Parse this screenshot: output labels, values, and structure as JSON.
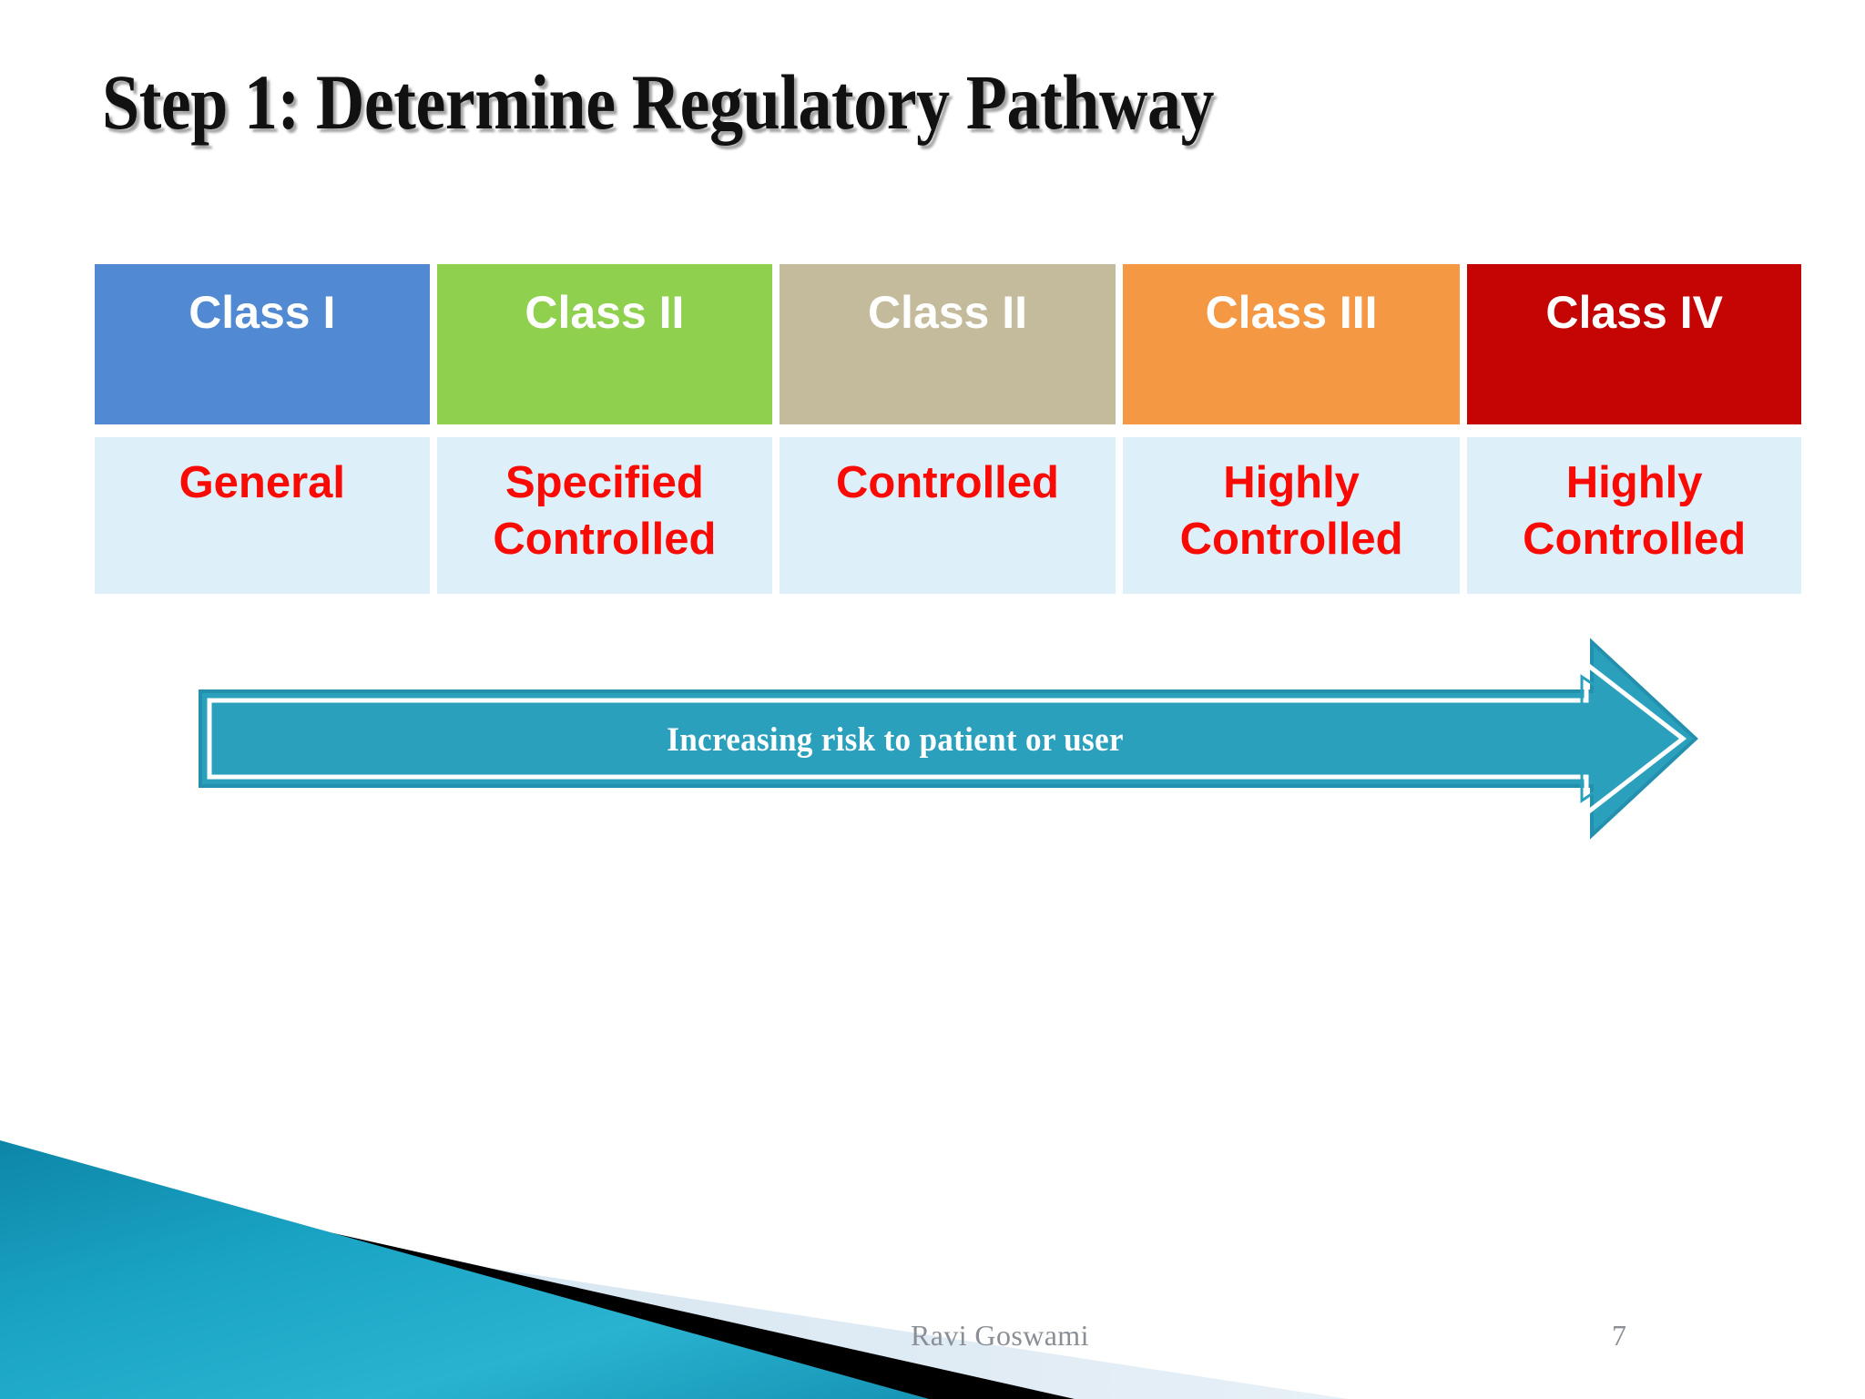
{
  "slide": {
    "title": "Step 1: Determine Regulatory Pathway",
    "page_number": "7",
    "author": "Ravi Goswami"
  },
  "table": {
    "columns": [
      {
        "header": "Class I",
        "header_color": "#5189d2",
        "value_line1": "General",
        "value_line2": "",
        "value_color": "#fa0a05",
        "value_bg": "#ddeff8"
      },
      {
        "header": "Class II",
        "header_color": "#8fd04e",
        "value_line1": "Specified",
        "value_line2": "Controlled",
        "value_color": "#fa0a05",
        "value_bg": "#ddeff8"
      },
      {
        "header": "Class II",
        "header_color": "#c4bb9c",
        "value_line1": "Controlled",
        "value_line2": "",
        "value_color": "#fa0a05",
        "value_bg": "#ddeff8"
      },
      {
        "header": "Class III",
        "header_color": "#f59844",
        "value_line1": "Highly",
        "value_line2": "Controlled",
        "value_color": "#fa0a05",
        "value_bg": "#ddeff8"
      },
      {
        "header": "Class IV",
        "header_color": "#c50404",
        "value_line1": "Highly",
        "value_line2": "Controlled",
        "value_color": "#fa0a05",
        "value_bg": "#ddeff8"
      }
    ]
  },
  "arrow": {
    "label": "Increasing risk to patient or user",
    "fill_color": "#2ba0bd",
    "outline_color": "#2390ad",
    "inner_outline_color": "#ffffff",
    "direction": "right"
  },
  "decoration": {
    "teal_color": "#1aa3c4",
    "teal_color_dark": "#0f7fa0",
    "black_color": "#000000",
    "pale_band_color": "#dce9f2"
  }
}
